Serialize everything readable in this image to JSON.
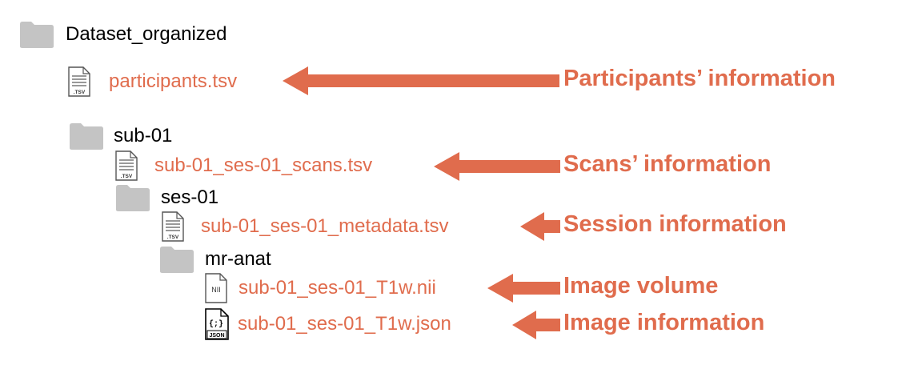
{
  "colors": {
    "accent": "#e06c4d",
    "folder": "#c4c4c4",
    "text": "#000000"
  },
  "tree": {
    "root": {
      "label": "Dataset_organized",
      "icon": "folder-icon"
    },
    "participants": {
      "label": "participants.tsv",
      "icon": "tsv-file-icon",
      "badge": ".TSV"
    },
    "sub": {
      "label": "sub-01",
      "icon": "folder-icon"
    },
    "scans": {
      "label": "sub-01_ses-01_scans.tsv",
      "icon": "tsv-file-icon",
      "badge": ".TSV"
    },
    "ses": {
      "label": "ses-01",
      "icon": "folder-icon"
    },
    "metadata": {
      "label": "sub-01_ses-01_metadata.tsv",
      "icon": "tsv-file-icon",
      "badge": ".TSV"
    },
    "anat": {
      "label": "mr-anat",
      "icon": "folder-icon"
    },
    "nii": {
      "label": "sub-01_ses-01_T1w.nii",
      "icon": "nii-file-icon",
      "badge": "NII"
    },
    "json": {
      "label": "sub-01_ses-01_T1w.json",
      "icon": "json-file-icon",
      "badge": "JSON",
      "glyph": "{;}"
    }
  },
  "annotations": {
    "participants": "Participants’ information",
    "scans": "Scans’ information",
    "session": "Session information",
    "volume": "Image volume",
    "image_info": "Image information"
  }
}
